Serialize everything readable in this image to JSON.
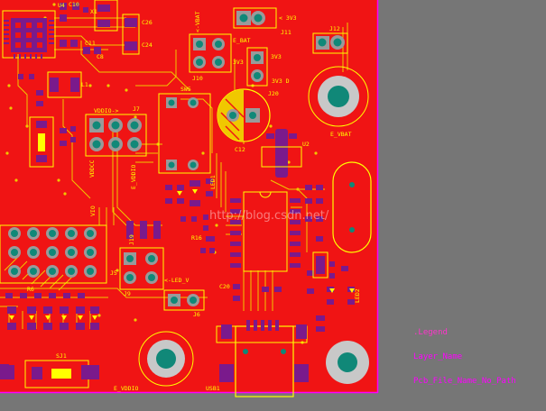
{
  "colors": {
    "background": "#767676",
    "board": "#f01414",
    "board_edge": "#ff00ff",
    "trace": "#f0c800",
    "silkscreen": "#ffff00",
    "pad_smd": "#7a1a8c",
    "pad_th": "#9a9a9a",
    "pad_hole": "#108878",
    "mounting_ring": "#c8c8c8",
    "legend_text": "#ff33cc"
  },
  "labels": {
    "c26": "C26",
    "c24": "C24",
    "x1": "X1",
    "c10": "C10",
    "c11": "C11",
    "u4": "U4",
    "c8": "C8",
    "l1": "L1",
    "vbat_arrow": "<-VBAT",
    "v3v3_arrow": "< 3V3",
    "j11": "J11",
    "j12": "J12",
    "e_bat": "E_BAT",
    "v3v3_a": "3V3",
    "v3v3_b": "3V3",
    "v3v3_d": "3V3 D",
    "j10": "J10",
    "j20": "J20",
    "vddio_arrow": "VDDIO->",
    "j7": "J7",
    "vddcc": "VDDCC",
    "e_vddio_v": "E_VDDIO",
    "vio": "VIO",
    "sw5": "SW5",
    "c12": "C12",
    "e_vbat": "E_VBAT",
    "u2": "U2",
    "j19": "J19",
    "led_v": "<-LED_V",
    "j5": "J5",
    "j6": "J6",
    "j9": "J9",
    "c20": "C20",
    "usb1": "USB1",
    "e_vddio": "E_VDDIO",
    "sj1": "SJ1",
    "led1": "LED1",
    "led2": "LED2",
    "r6": "R6",
    "r16": "R16",
    "watermark": "http://blog.csdn.net/"
  },
  "legend": {
    "legend": ".Legend",
    "layer": "Layer_Name",
    "file": "Pcb_File_Name_No_Path"
  }
}
